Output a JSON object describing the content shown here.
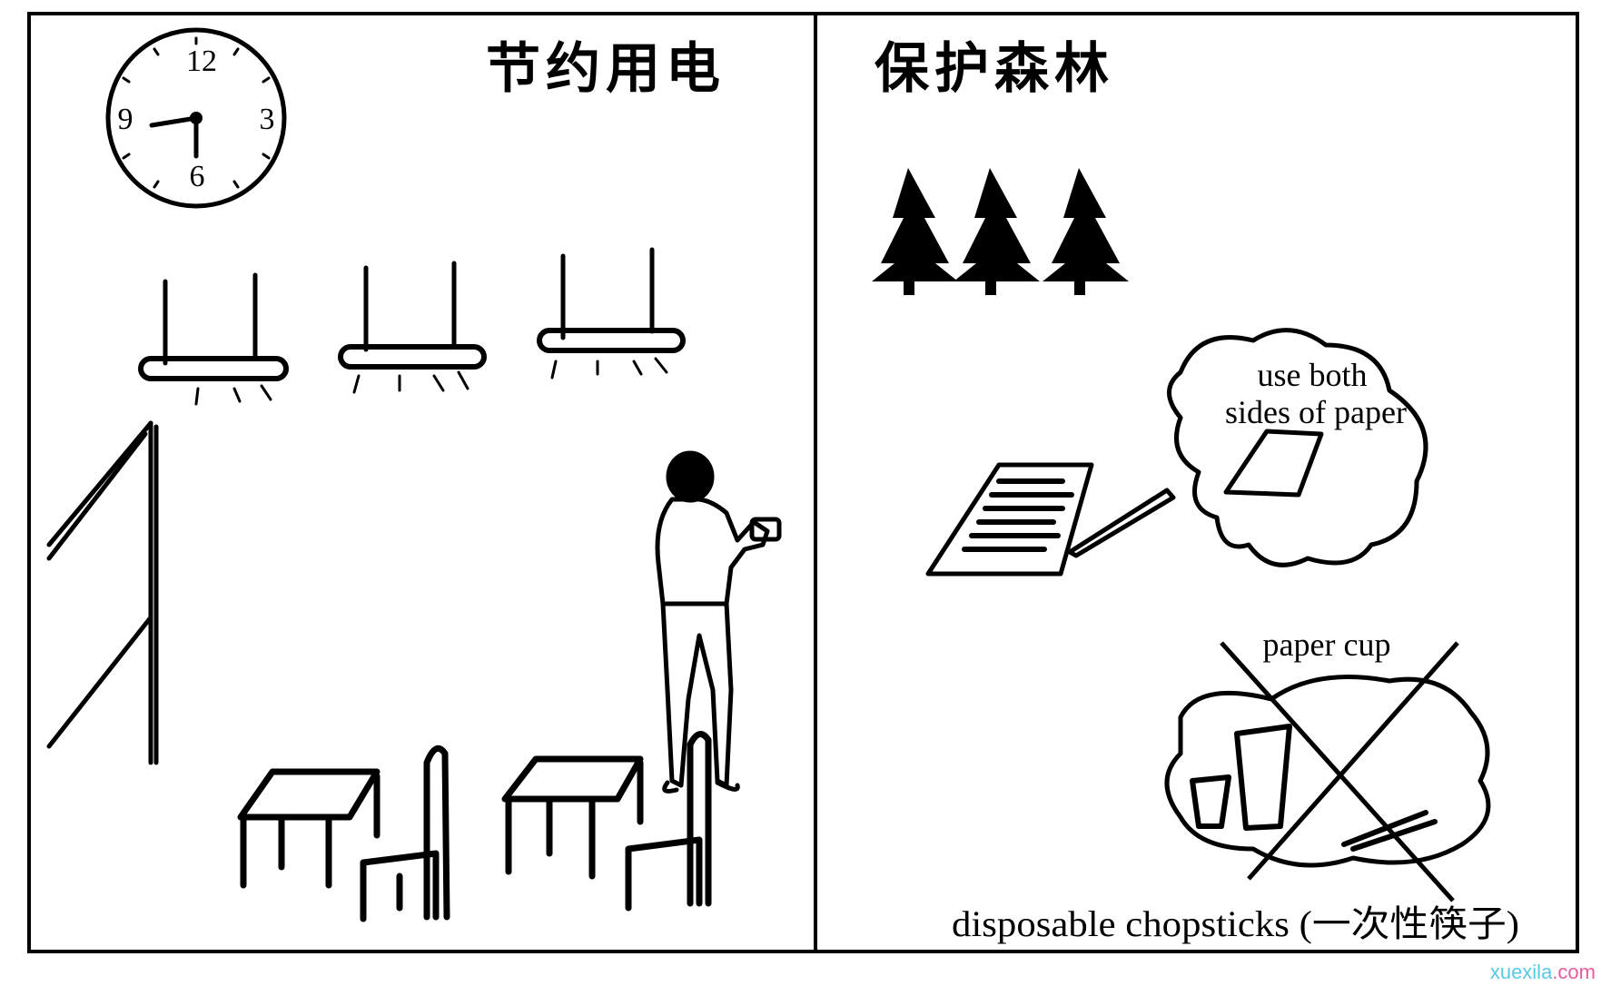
{
  "left_panel": {
    "title": "节约用电",
    "clock": {
      "numerals": [
        "12",
        "3",
        "6",
        "9"
      ]
    }
  },
  "right_panel": {
    "title": "保护森林",
    "thought_bubble": {
      "line1": "use both",
      "line2": "sides of paper"
    },
    "paper_cup_label": "paper cup",
    "chopsticks_label": "disposable chopsticks (一次性筷子)"
  },
  "watermark": {
    "part1": "xuexila",
    "part2": ".com",
    "color1": "#5bc8e8",
    "color2": "#e85aa0"
  }
}
